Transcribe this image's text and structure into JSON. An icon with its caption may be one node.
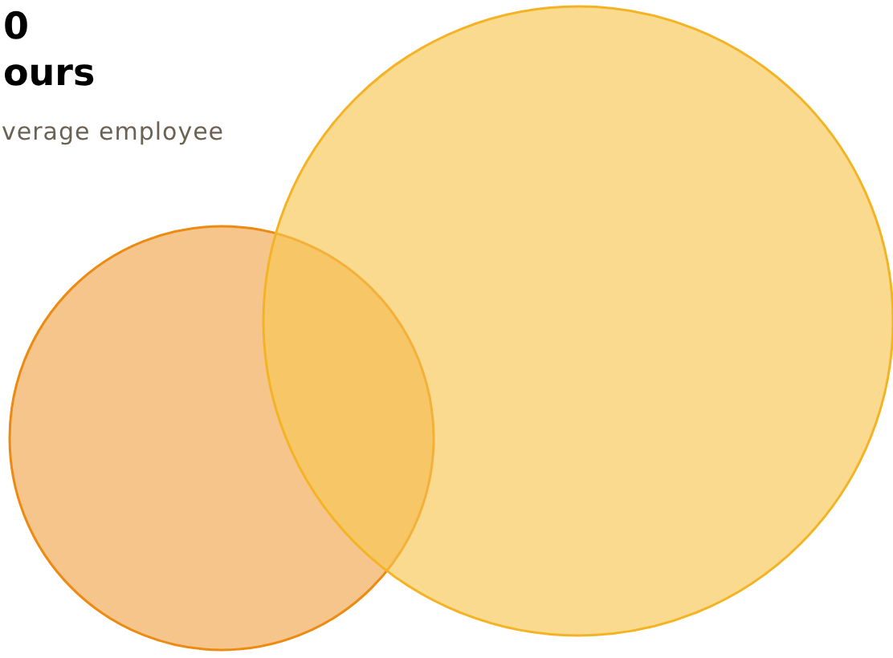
{
  "diagram": {
    "nodes": [
      {
        "text": [],
        "shape": "circle"
      },
      {
        "text": [],
        "shape": "circle"
      }
    ],
    "labels": [
      "0",
      "ours",
      "verage employee"
    ]
  }
}
